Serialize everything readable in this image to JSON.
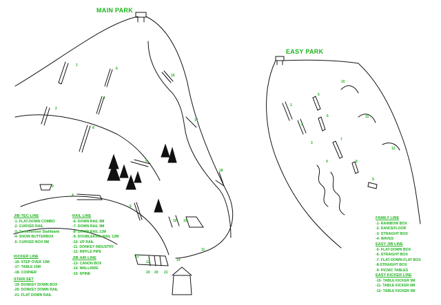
{
  "titles": {
    "main_park": "MAIN PARK",
    "easy_park": "EASY PARK"
  },
  "sections": {
    "jibtec": {
      "heading": "JIB-TEC-LINE",
      "items": [
        "-1- FLAT-DOWN COMBO",
        "-2- CURVED RAIL",
        "-3- Seetenlenser Stahlbank",
        "-4- SNOW BUTTERBOX",
        "-5- CURVED BOX 9M"
      ]
    },
    "rail": {
      "heading": "RAIL LINE",
      "items": [
        "-6- DOWN RAIL 9M",
        "-7- DOWN RAIL 9M",
        "-8- DOWN RAIL 11M",
        "-9- DOUBLEKINK RAIL 12M",
        "-10- UP RAIL",
        "-11- DONKEY INDUSTRY",
        "-12- RIFFLE PIPE"
      ]
    },
    "kicker": {
      "heading": "KICKER LINE",
      "items": [
        "-16- STEP OVER 13M",
        "-17- TABLE 15M",
        "-18- CORNER"
      ]
    },
    "jibair": {
      "heading": "JIB-AIR-LINE",
      "items": [
        "-13- CANON BOX",
        "-14- WALLRIDE",
        "-15- SPINE"
      ]
    },
    "stair": {
      "heading": "STAIR SET",
      "items": [
        "-19- DONKEY DOWN BOX",
        "-20- DONKEY DOWN RAIL",
        "-21- FLAT DOWN RAIL"
      ]
    },
    "family": {
      "heading": "FAMILY LINE",
      "items": [
        "-1- RAINBOW BOX",
        "-2- DANCEFLOOR",
        "-3- STRAIGHT BOX",
        "-4- WAVES"
      ]
    },
    "easyjib": {
      "heading": "EASY JIB LINE",
      "items": [
        "-5- FLAT-DOWN BOX",
        "-6- STRAIGHT BOX",
        "-7- FLAT-DOWN-FLAT BOX",
        "-8-STRAIGHT BOX",
        "-9- PICNIC TABLES"
      ]
    },
    "easykicker": {
      "heading": "EASY KICKER LINE",
      "items": [
        "-10- TABLE KICKER 5M",
        "-11- TABLE KICKER 6M",
        "-12- TABLE KICKER 5M"
      ]
    }
  },
  "main_numbers": [
    "1",
    "2",
    "3",
    "4",
    "5",
    "6",
    "7",
    "8",
    "9",
    "10",
    "11",
    "12",
    "13",
    "14",
    "15",
    "16",
    "17",
    "18",
    "19",
    "20",
    "21"
  ],
  "easy_numbers": [
    "1",
    "2",
    "3",
    "4",
    "5",
    "6",
    "7",
    "8",
    "9",
    "10",
    "11",
    "12"
  ],
  "colors": {
    "label_green": "#1db31d",
    "ink": "#111111"
  }
}
